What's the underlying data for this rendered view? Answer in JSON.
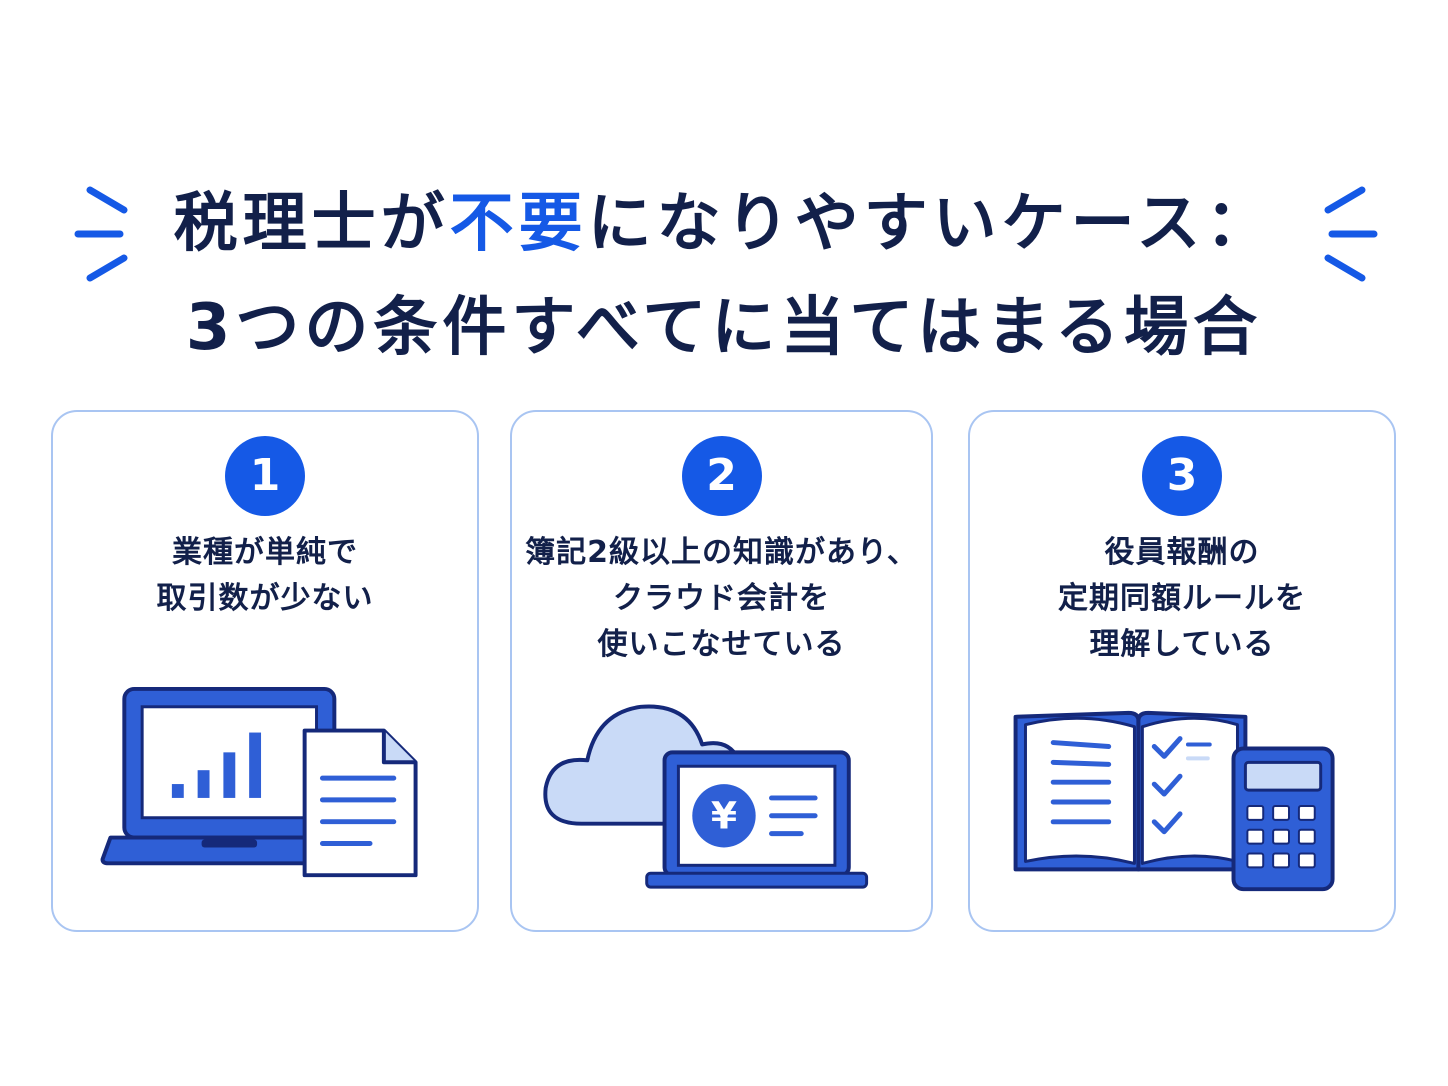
{
  "header": {
    "title_line1_part1": "税理士が",
    "title_line1_highlight": "不要",
    "title_line1_part2": "になりやすいケース：",
    "title_line2": "3つの条件すべてに当てはまる場合",
    "text_color": "#12204a",
    "accent_color": "#1559e6"
  },
  "cards": [
    {
      "number": "1",
      "lines": [
        "業種が単純で",
        "取引数が少ない"
      ],
      "icon": "laptop-chart-document-icon"
    },
    {
      "number": "2",
      "lines": [
        "簿記2級以上の知識があり、",
        "クラウド会計を",
        "使いこなせている"
      ],
      "icon": "cloud-laptop-yen-icon",
      "currency_symbol": "¥"
    },
    {
      "number": "3",
      "lines": [
        "役員報酬の",
        "定期同額ルールを",
        "理解している"
      ],
      "icon": "book-checklist-calculator-icon"
    }
  ],
  "colors": {
    "card_border": "#a9c5f2",
    "illustration_blue": "#2f5fd6",
    "illustration_dark": "#15297a",
    "illustration_light": "#c9daf7"
  }
}
